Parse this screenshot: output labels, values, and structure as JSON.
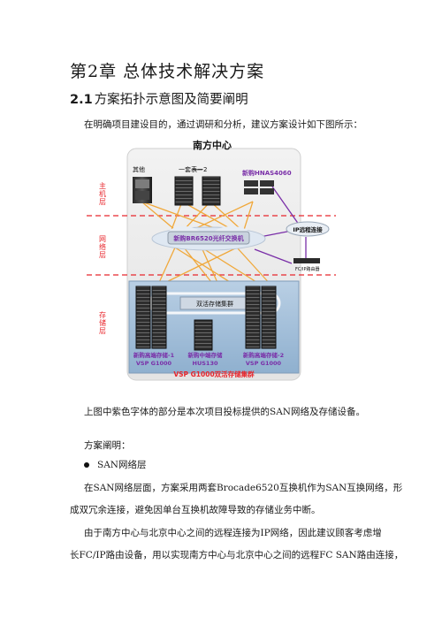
{
  "chapter_title": "第2章  总体技术解决方案",
  "section": {
    "number": "2.1",
    "title": "方案拓扑示意图及简要阐明"
  },
  "intro": "在明确项目建设目的，通过调研和分析，建议方案设计如下图所示：",
  "diagram": {
    "title": "南方中心",
    "layers": [
      "主机层",
      "网络层",
      "存储层"
    ],
    "hosts": [
      "其他",
      "一套表一2",
      "新购HNAS4060"
    ],
    "switch_label": "新购BR6520光纤交换机",
    "ip_link_label": "IP远程连接",
    "router_label": "FC/IP路由器",
    "cluster_label": "双活存储集群",
    "storage": [
      {
        "line1": "新购高端存储-1",
        "line2": "VSP G1000"
      },
      {
        "line1": "新购中端存储",
        "line2": "HUS130"
      },
      {
        "line1": "新购高端存储-2",
        "line2": "VSP G1000"
      }
    ],
    "bottom_label": "VSP G1000双活存储集群",
    "colors": {
      "purple": "#7a2fa8",
      "red": "#e8262c",
      "fiber": "#f0a83a",
      "storage_bg": "#a9c2da"
    }
  },
  "para1": "上图中紫色字体的部分是本次项目投标提供的SAN网络及存储设备。",
  "para2": "方案阐明：",
  "bullet": "SAN网络层",
  "para3_line1": "在SAN网络层面，方案采用两套Brocade6520互换机作为SAN互换网络，形",
  "para3_line2": "成双冗余连接，避免因单台互换机故障导致的存储业务中断。",
  "para4_line1": "由于南方中心与北京中心之间的远程连接为IP网络，因此建议顾客考虑增",
  "para4_line2": "长FC/IP路由设备，用以实现南方中心与北京中心之间的远程FC SAN路由连接，"
}
